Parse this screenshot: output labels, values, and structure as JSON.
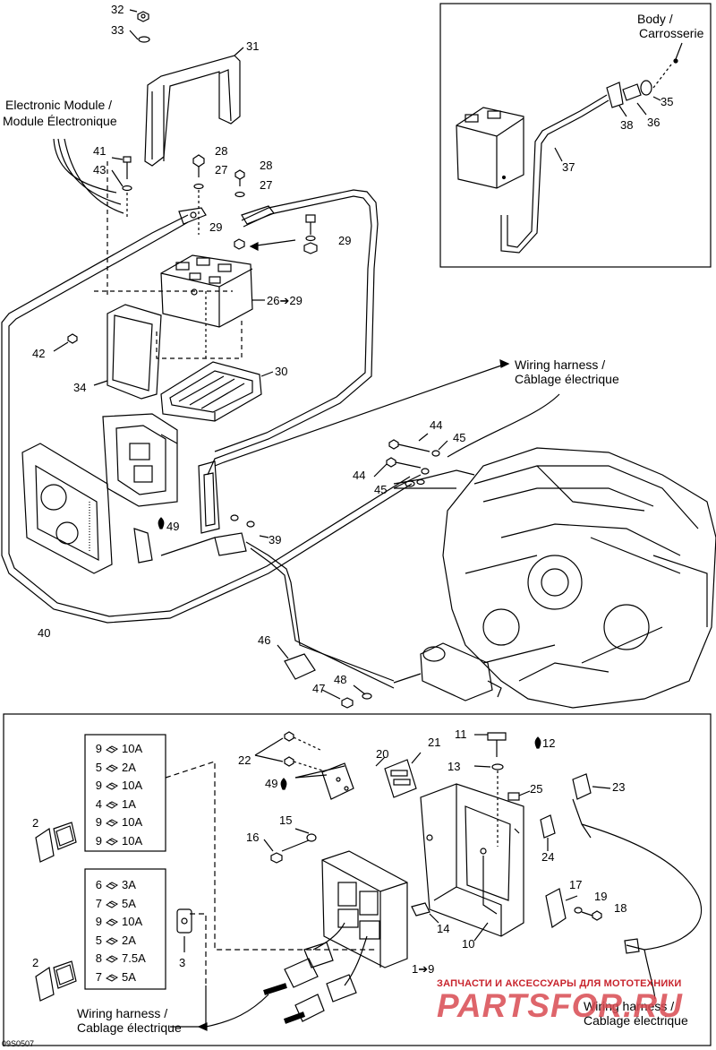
{
  "callouts": {
    "c1_9": "1➔9",
    "c2a": "2",
    "c2b": "2",
    "c3": "3",
    "c10": "10",
    "c11": "11",
    "c12": "12",
    "c13": "13",
    "c14": "14",
    "c15": "15",
    "c16": "16",
    "c17": "17",
    "c18": "18",
    "c19": "19",
    "c20": "20",
    "c21": "21",
    "c22": "22",
    "c23": "23",
    "c24": "24",
    "c25": "25",
    "c26_29": "26➔29",
    "c27a": "27",
    "c27b": "27",
    "c28a": "28",
    "c28b": "28",
    "c29a": "29",
    "c29b": "29",
    "c30": "30",
    "c31": "31",
    "c32": "32",
    "c33": "33",
    "c34": "34",
    "c35": "35",
    "c36": "36",
    "c37": "37",
    "c38": "38",
    "c39": "39",
    "c40": "40",
    "c41": "41",
    "c42": "42",
    "c43": "43",
    "c44a": "44",
    "c44b": "44",
    "c45a": "45",
    "c45b": "45",
    "c46": "46",
    "c47": "47",
    "c48": "48",
    "c49a": "49",
    "c49b": "49"
  },
  "labels": {
    "electronic_module_1": "Electronic Module /",
    "electronic_module_2": "Module Électronique",
    "body_1": "Body /",
    "body_2": "Carrosserie",
    "wiring_top_1": "Wiring harness /",
    "wiring_top_2": "Câblage électrique",
    "wiring_left_1": "Wiring harness /",
    "wiring_left_2": "Cablage électrique",
    "wiring_right_1": "Wiring harness /",
    "wiring_right_2": "Cablage électrique"
  },
  "fuse_box_a": [
    {
      "pos": "9",
      "amp": "10A"
    },
    {
      "pos": "5",
      "amp": "2A"
    },
    {
      "pos": "9",
      "amp": "10A"
    },
    {
      "pos": "4",
      "amp": "1A"
    },
    {
      "pos": "9",
      "amp": "10A"
    },
    {
      "pos": "9",
      "amp": "10A"
    }
  ],
  "fuse_box_b": [
    {
      "pos": "6",
      "amp": "3A"
    },
    {
      "pos": "7",
      "amp": "5A"
    },
    {
      "pos": "9",
      "amp": "10A"
    },
    {
      "pos": "5",
      "amp": "2A"
    },
    {
      "pos": "8",
      "amp": "7.5A"
    },
    {
      "pos": "7",
      "amp": "5A"
    }
  ],
  "watermark": {
    "top": "ЗАПЧАСТИ И АКСЕССУАРЫ ДЛЯ МОТОТЕХНИКИ",
    "brand": "PARTSFOR.RU"
  },
  "figure_code": "09S0507",
  "colors": {
    "ink": "#000000",
    "watermark": "#c8232c"
  }
}
